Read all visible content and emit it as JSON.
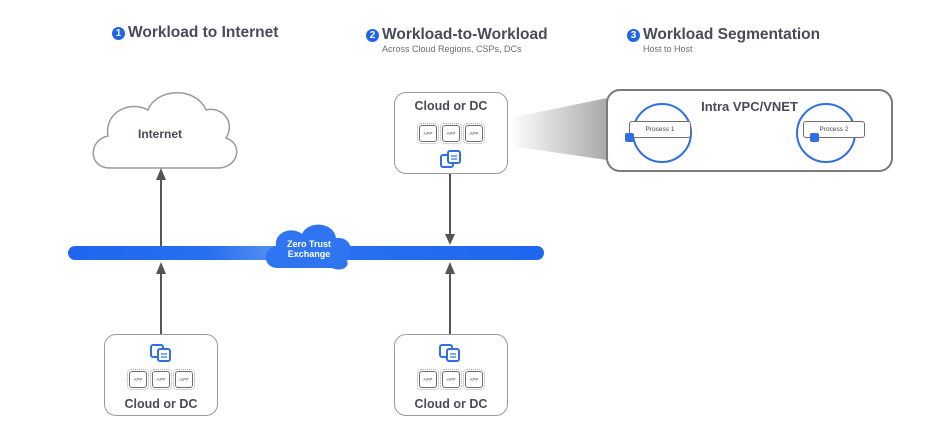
{
  "headings": [
    {
      "number": "1",
      "title": "Workload to Internet",
      "subtitle": ""
    },
    {
      "number": "2",
      "title": "Workload-to-Workload",
      "subtitle": "Across Cloud Regions, CSPs, DCs"
    },
    {
      "number": "3",
      "title": "Workload Segmentation",
      "subtitle": "Host to Host"
    }
  ],
  "internet": {
    "label": "Internet"
  },
  "exchange": {
    "line1": "Zero Trust",
    "line2": "Exchange"
  },
  "cloud_boxes": [
    {
      "label": "Cloud or DC",
      "apps": [
        "APP",
        "APP",
        "APP"
      ]
    },
    {
      "label": "Cloud or DC",
      "apps": [
        "APP",
        "APP",
        "APP"
      ]
    },
    {
      "label": "Cloud or DC",
      "apps": [
        "APP",
        "APP",
        "APP"
      ]
    }
  ],
  "vpc": {
    "title": "Intra VPC/VNET",
    "process1": "Process 1",
    "process2": "Process 2"
  },
  "colors": {
    "accent": "#1e66e8",
    "border": "#9a9a9a",
    "text": "#4a4a58"
  }
}
